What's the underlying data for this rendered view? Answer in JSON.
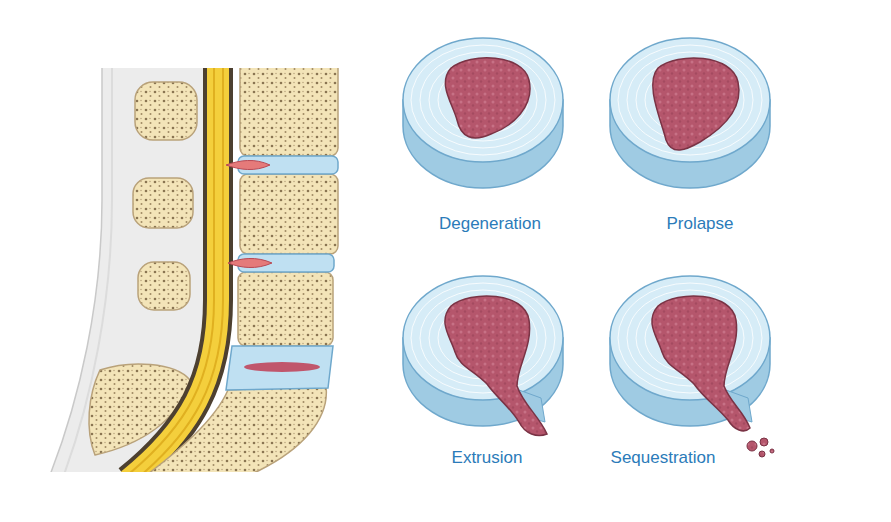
{
  "diagram": {
    "labels": [
      "Degeneration",
      "Prolapse",
      "Extrusion",
      "Sequestration"
    ]
  }
}
